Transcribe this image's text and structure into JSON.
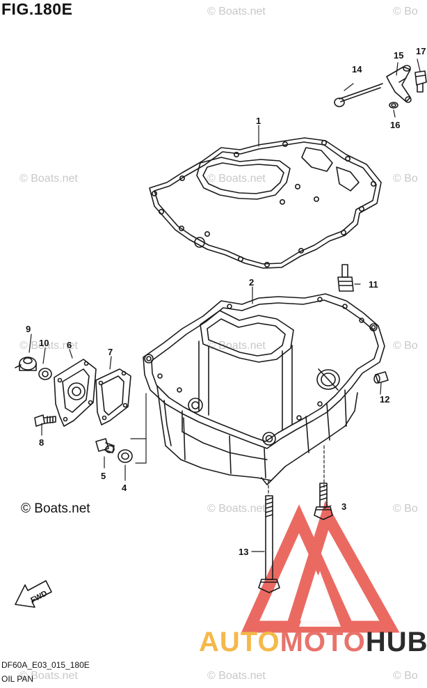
{
  "figure": {
    "title": "FIG.180E",
    "copyright": "© Boats.net",
    "model_code": "DF60A_E03_015_180E",
    "part_group_name": "OIL PAN",
    "forward_label": "FWD"
  },
  "watermark": {
    "text": "© Boats.net",
    "partial_text": "© Bo"
  },
  "brand": {
    "part1": "AUTO",
    "part2": "MOTO",
    "part3": "HUB",
    "color_part1": "#F5B84A",
    "color_part2": "#E8736B",
    "color_part3": "#2B2B2B",
    "logo_color": "#E85A52"
  },
  "callouts": [
    "1",
    "2",
    "3",
    "4",
    "5",
    "6",
    "7",
    "8",
    "9",
    "10",
    "11",
    "12",
    "13",
    "14",
    "15",
    "16",
    "17"
  ],
  "colors": {
    "line": "#1a1a1a",
    "watermark": "#c8c8c8"
  }
}
